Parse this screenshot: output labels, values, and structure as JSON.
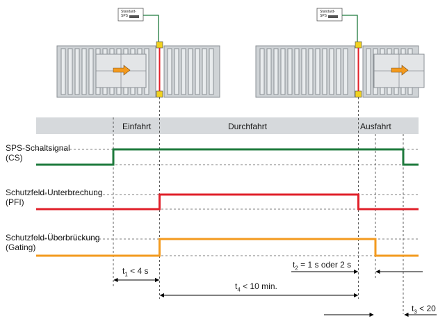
{
  "sps_box": {
    "line1": "Standard-",
    "line2": "SPS"
  },
  "phases": {
    "entry": "Einfahrt",
    "transit": "Durchfahrt",
    "exit": "Ausfahrt"
  },
  "signals": [
    {
      "name_line1": "SPS-Schaltsignal",
      "name_line2": "(CS)",
      "color": "#1e7a3c"
    },
    {
      "name_line1": "Schutzfeld-Unterbrechung",
      "name_line2": "(PFI)",
      "color": "#e0202a"
    },
    {
      "name_line1": "Schutzfeld-Überbrückung",
      "name_line2": "(Gating)",
      "color": "#f39a1e"
    }
  ],
  "timings": {
    "t1": {
      "sym": "t",
      "sub": "1",
      "rest": " < 4 s"
    },
    "t2": {
      "sym": "t",
      "sub": "2",
      "rest": " = 1 s oder 2 s"
    },
    "t3": {
      "sym": "t",
      "sub": "3",
      "rest": " < 20"
    },
    "t4": {
      "sym": "t",
      "sub": "4",
      "rest": " < 10 min."
    }
  },
  "colors": {
    "phase_bar": "#d6d9dc",
    "conveyor": "#cfd3d6",
    "beam": "#e0202a",
    "cable": "#1e7a3c",
    "sensor": "#f2d21e",
    "arrow": "#f39a1e"
  },
  "icons": [
    "arrow-right-icon",
    "sensor-icon",
    "plc-icon"
  ]
}
